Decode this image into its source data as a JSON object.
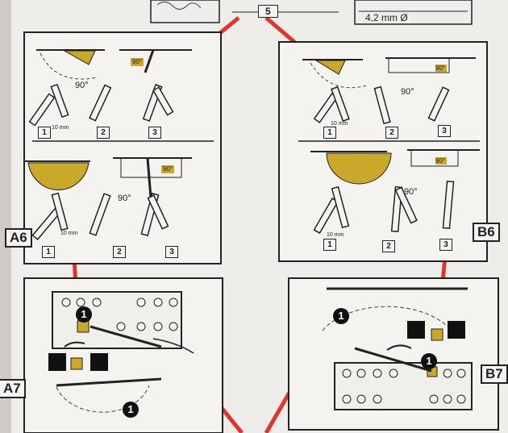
{
  "header": {
    "page_number": "5",
    "screw_spec": "4,2 mm Ø"
  },
  "panels": {
    "a6": {
      "tag": "A6",
      "angle_top": "90°",
      "angle_top_small": "90°",
      "angle_step": "90°",
      "distance": "10 mm",
      "angle_bottom_small": "90°",
      "angle_bottom_step": "90°",
      "distance_bottom": "10 mm",
      "steps_top": [
        "1",
        "2",
        "3"
      ],
      "steps_bottom": [
        "1",
        "2",
        "3"
      ]
    },
    "b6": {
      "tag": "B6",
      "angle_top_small": "90°",
      "angle_step": "90°",
      "distance": "10 mm",
      "angle_bottom_small": "90°",
      "angle_bottom_step": "90°",
      "distance_bottom": "10 mm",
      "steps_top": [
        "1",
        "2",
        "3"
      ],
      "steps_bottom": [
        "1",
        "2",
        "3"
      ]
    },
    "a7": {
      "tag": "A7",
      "callout_top": "1",
      "callout_bottom": "1"
    },
    "b7": {
      "tag": "B7",
      "callout_top": "1",
      "callout_bottom": "1"
    }
  },
  "colors": {
    "paper": "#f4f3ef",
    "ink": "#222222",
    "accent_yellow": "#c9a82a",
    "cut_red": "#e0352a"
  }
}
